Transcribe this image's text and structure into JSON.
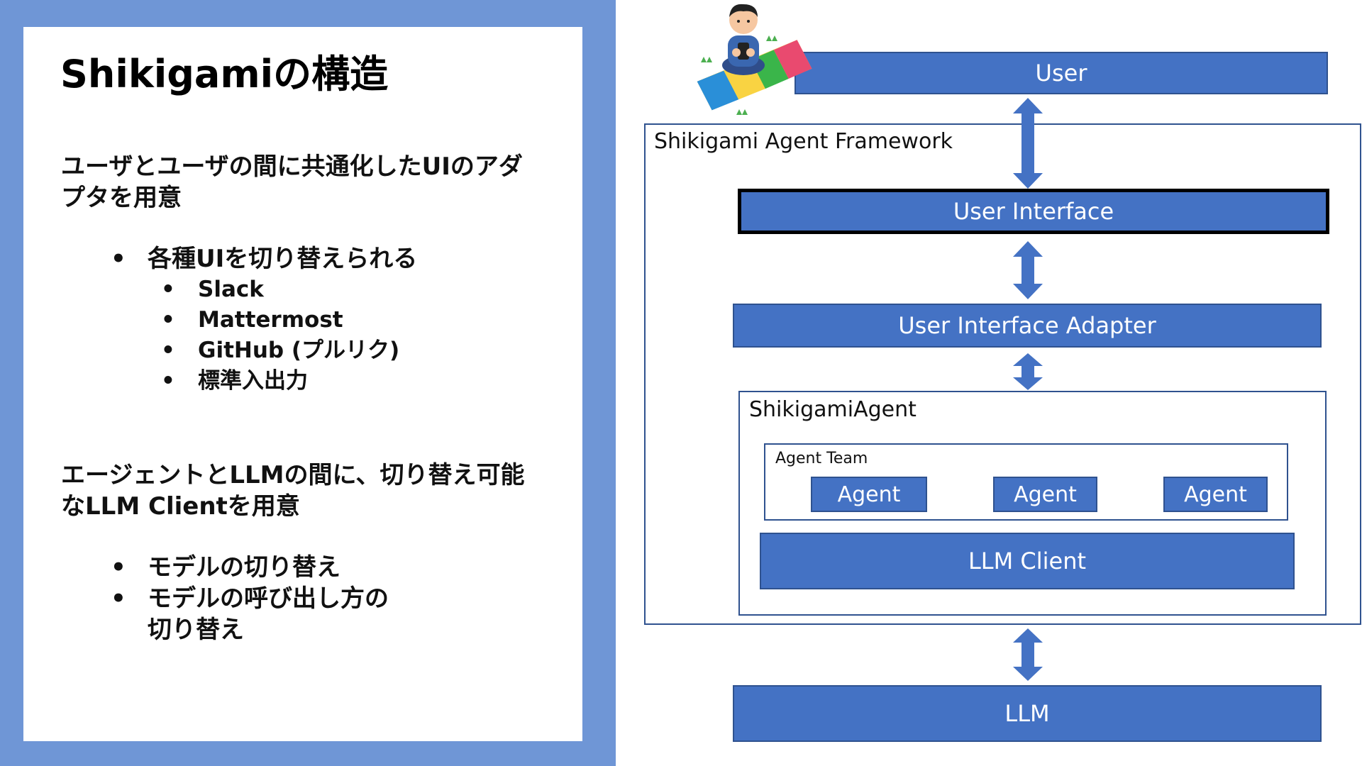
{
  "slide": {
    "title": "Shikigamiの構造",
    "section1": {
      "paragraph": "ユーザとユーザの間に共通化したUIのアダプタを用意",
      "bullets": [
        {
          "text": "各種UIを切り替えられる",
          "sub": [
            "Slack",
            "Mattermost",
            "GitHub (プルリク)",
            "標準入出力"
          ]
        }
      ]
    },
    "section2": {
      "paragraph": "エージェントとLLMの間に、切り替え可能なLLM Clientを用意",
      "bullets": [
        "モデルの切り替え",
        "モデルの呼び出し方の切り替え"
      ]
    }
  },
  "diagram": {
    "user": "User",
    "framework_label": "Shikigami Agent Framework",
    "user_interface": "User Interface",
    "user_interface_adapter": "User Interface Adapter",
    "shikigami_agent_label": "ShikigamiAgent",
    "agent_team_label": "Agent Team",
    "agents": [
      "Agent",
      "Agent",
      "Agent"
    ],
    "llm_client": "LLM Client",
    "llm": "LLM"
  },
  "colors": {
    "accent_panel": "#6f96d6",
    "box_fill": "#4472c4",
    "box_border": "#2f528f"
  },
  "icons": {
    "user_avatar": "person-with-phone-on-mat-illustration"
  }
}
